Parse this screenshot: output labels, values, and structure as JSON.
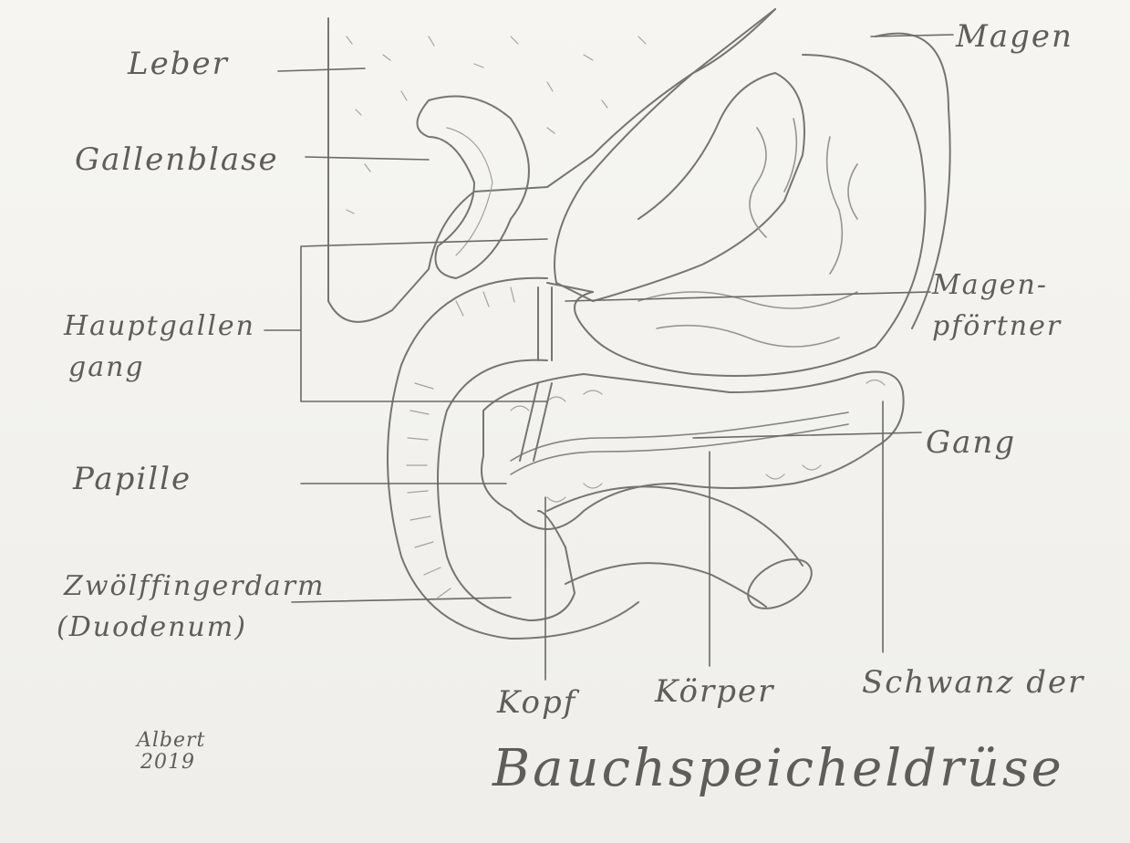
{
  "labels": {
    "leber": "Leber",
    "magen": "Magen",
    "gallenblase": "Gallenblase",
    "magen_pfoertner_1": "Magen-",
    "magen_pfoertner_2": "pförtner",
    "hauptgallengang_1": "Hauptgallen",
    "hauptgallengang_2": "gang",
    "gang": "Gang",
    "papille": "Papille",
    "zwoelffingerdarm_1": "Zwölffingerdarm",
    "zwoelffingerdarm_2": "(Duodenum)",
    "kopf": "Kopf",
    "koerper": "Körper",
    "schwanz_der": "Schwanz der",
    "title": "Bauchspeicheldrüse",
    "signature_name": "Albert",
    "signature_year": "2019"
  }
}
